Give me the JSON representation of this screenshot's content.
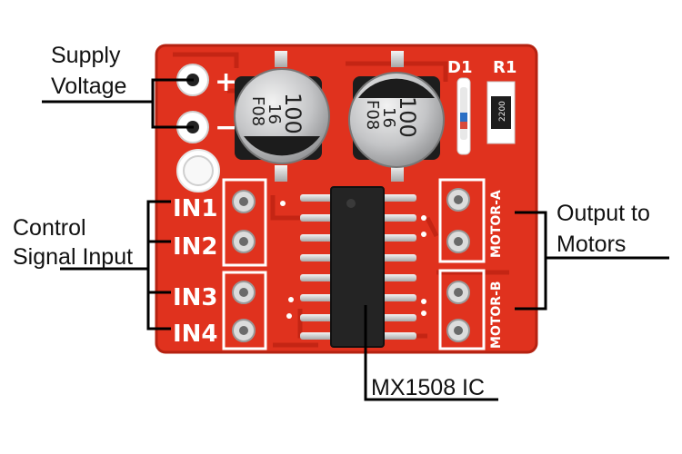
{
  "annotations": {
    "supply_voltage": [
      "Supply",
      "Voltage"
    ],
    "control_signal_input": [
      "Control",
      "Signal Input"
    ],
    "output_to_motors": [
      "Output to",
      "Motors"
    ],
    "ic_label": "MX1508 IC"
  },
  "board": {
    "power_plus": "+",
    "power_minus": "−",
    "inputs": [
      "IN1",
      "IN2",
      "IN3",
      "IN4"
    ],
    "outputs": [
      "MOTOR-A",
      "MOTOR-B"
    ],
    "d1": "D1",
    "r1": "R1",
    "resistor_code": "2200",
    "capacitor_marking": [
      "100",
      "16",
      "F08"
    ]
  },
  "colors": {
    "pcb": "#e0321e",
    "pcb_dark": "#c42514",
    "silkscreen": "#ffffff",
    "capacitor_body": "#c9cacb",
    "capacitor_stripe": "#1c1c1c",
    "ic_body": "#222222",
    "pin_metal": "#d8d8d8",
    "line": "#000000"
  }
}
